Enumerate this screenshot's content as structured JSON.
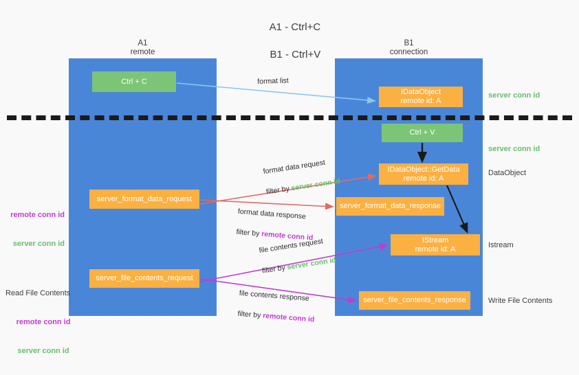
{
  "title": {
    "line1": "A1 - Ctrl+C",
    "line2": "B1 - Ctrl+V"
  },
  "columns": [
    {
      "id": "a1",
      "name": "A1",
      "role": "remote",
      "header": "A1\nremote"
    },
    {
      "id": "b1",
      "name": "B1",
      "role": "connection",
      "header": "B1\nconnection"
    }
  ],
  "boxes": {
    "ctrl_c": {
      "label": "Ctrl + C",
      "color": "#7cc576",
      "lane": "a1"
    },
    "ctrl_v": {
      "label": "Ctrl + V",
      "color": "#7cc576",
      "lane": "b1"
    },
    "idataobject": {
      "label": "IDataObject\nremote id: A",
      "color": "#fbb042",
      "lane": "b1"
    },
    "getdata": {
      "label": "IDataObject::GetData\nremote id: A",
      "color": "#fbb042",
      "lane": "b1"
    },
    "istream": {
      "label": "IStream\nremote id: A",
      "color": "#fbb042",
      "lane": "b1"
    },
    "format_data_request": {
      "label": "server_format_data_request",
      "color": "#fbb042",
      "lane": "a1"
    },
    "format_data_response": {
      "label": "server_format_data_response",
      "color": "#fbb042",
      "lane": "b1"
    },
    "file_contents_request": {
      "label": "server_file_contents_request",
      "color": "#fbb042",
      "lane": "a1"
    },
    "file_contents_response": {
      "label": "server_file_contents_response",
      "color": "#fbb042",
      "lane": "b1"
    }
  },
  "edge_labels": {
    "format_list": "format list",
    "format_data_request": {
      "line1": "format data request",
      "line2_prefix": "filter by ",
      "line2_key": "server conn id"
    },
    "format_data_response": {
      "line1": "format data response",
      "line2_prefix": "filter by ",
      "line2_key": "remote conn id"
    },
    "file_contents_request": {
      "line1": "file contents request",
      "line2_prefix": "filter by ",
      "line2_key": "server conn id"
    },
    "file_contents_response": {
      "line1": "file contents response",
      "line2_prefix": "filter by ",
      "line2_key": "remote conn id"
    }
  },
  "right_labels": {
    "server_conn_id_top": "server conn id",
    "server_conn_id_mid": "server conn id",
    "dataobject": "DataObject",
    "istream": "Istream",
    "write_file_contents": "Write File Contents"
  },
  "left_labels": {
    "group1": {
      "remote": "remote conn id",
      "server": "server conn id"
    },
    "group2": {
      "heading": "Read File Contents",
      "remote": "remote conn id",
      "server": "server conn id"
    }
  },
  "colors": {
    "lane_blue": "#4a86d8",
    "box_green": "#7cc576",
    "box_orange": "#fbb042",
    "conn_green": "#6abd6f",
    "conn_purple": "#c13bd4",
    "arrow_red": "#e8685e",
    "arrow_lightblue": "#8ec6ef",
    "arrow_magenta": "#c13bd4",
    "arrow_black": "#1b1b1b",
    "background": "#f9f9f9"
  }
}
